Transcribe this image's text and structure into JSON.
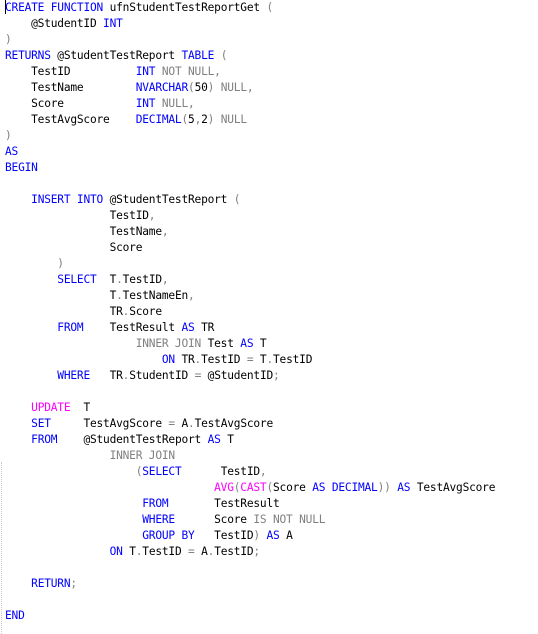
{
  "colors": {
    "keyword": "#0000ff",
    "function": "#ff00ff",
    "operator": "#808080",
    "text": "#000000",
    "background": "#ffffff"
  },
  "code_lines": [
    [
      [
        "kw",
        "CREATE"
      ],
      [
        "tx",
        " "
      ],
      [
        "kw",
        "FUNCTION"
      ],
      [
        "tx",
        " ufnStudentTestReportGet "
      ],
      [
        "gr",
        "("
      ]
    ],
    [
      [
        "tx",
        "    @StudentID "
      ],
      [
        "kw",
        "INT"
      ]
    ],
    [
      [
        "gr",
        ")"
      ]
    ],
    [
      [
        "kw",
        "RETURNS"
      ],
      [
        "tx",
        " @StudentTestReport "
      ],
      [
        "kw",
        "TABLE"
      ],
      [
        "tx",
        " "
      ],
      [
        "gr",
        "("
      ]
    ],
    [
      [
        "tx",
        "    TestID          "
      ],
      [
        "kw",
        "INT"
      ],
      [
        "tx",
        " "
      ],
      [
        "gr",
        "NOT NULL,"
      ]
    ],
    [
      [
        "tx",
        "    TestName        "
      ],
      [
        "kw",
        "NVARCHAR"
      ],
      [
        "gr",
        "("
      ],
      [
        "tx",
        "50"
      ],
      [
        "gr",
        ")"
      ],
      [
        "tx",
        " "
      ],
      [
        "gr",
        "NULL,"
      ]
    ],
    [
      [
        "tx",
        "    Score           "
      ],
      [
        "kw",
        "INT"
      ],
      [
        "tx",
        " "
      ],
      [
        "gr",
        "NULL,"
      ]
    ],
    [
      [
        "tx",
        "    TestAvgScore    "
      ],
      [
        "kw",
        "DECIMAL"
      ],
      [
        "gr",
        "("
      ],
      [
        "tx",
        "5"
      ],
      [
        "gr",
        ","
      ],
      [
        "tx",
        "2"
      ],
      [
        "gr",
        ")"
      ],
      [
        "tx",
        " "
      ],
      [
        "gr",
        "NULL"
      ]
    ],
    [
      [
        "gr",
        ")"
      ]
    ],
    [
      [
        "kw",
        "AS"
      ]
    ],
    [
      [
        "kw",
        "BEGIN"
      ]
    ],
    [],
    [
      [
        "tx",
        "    "
      ],
      [
        "kw",
        "INSERT INTO"
      ],
      [
        "tx",
        " @StudentTestReport "
      ],
      [
        "gr",
        "("
      ]
    ],
    [
      [
        "tx",
        "                TestID"
      ],
      [
        "gr",
        ","
      ]
    ],
    [
      [
        "tx",
        "                TestName"
      ],
      [
        "gr",
        ","
      ]
    ],
    [
      [
        "tx",
        "                Score"
      ]
    ],
    [
      [
        "tx",
        "        "
      ],
      [
        "gr",
        ")"
      ]
    ],
    [
      [
        "tx",
        "        "
      ],
      [
        "kw",
        "SELECT"
      ],
      [
        "tx",
        "  T"
      ],
      [
        "gr",
        "."
      ],
      [
        "tx",
        "TestID"
      ],
      [
        "gr",
        ","
      ]
    ],
    [
      [
        "tx",
        "                T"
      ],
      [
        "gr",
        "."
      ],
      [
        "tx",
        "TestNameEn"
      ],
      [
        "gr",
        ","
      ]
    ],
    [
      [
        "tx",
        "                TR"
      ],
      [
        "gr",
        "."
      ],
      [
        "tx",
        "Score"
      ]
    ],
    [
      [
        "tx",
        "        "
      ],
      [
        "kw",
        "FROM"
      ],
      [
        "tx",
        "    TestResult "
      ],
      [
        "kw",
        "AS"
      ],
      [
        "tx",
        " TR"
      ]
    ],
    [
      [
        "tx",
        "                    "
      ],
      [
        "gr",
        "INNER JOIN"
      ],
      [
        "tx",
        " Test "
      ],
      [
        "kw",
        "AS"
      ],
      [
        "tx",
        " T"
      ]
    ],
    [
      [
        "tx",
        "                        "
      ],
      [
        "kw",
        "ON"
      ],
      [
        "tx",
        " TR"
      ],
      [
        "gr",
        "."
      ],
      [
        "tx",
        "TestID "
      ],
      [
        "gr",
        "="
      ],
      [
        "tx",
        " T"
      ],
      [
        "gr",
        "."
      ],
      [
        "tx",
        "TestID"
      ]
    ],
    [
      [
        "tx",
        "        "
      ],
      [
        "kw",
        "WHERE"
      ],
      [
        "tx",
        "   TR"
      ],
      [
        "gr",
        "."
      ],
      [
        "tx",
        "StudentID "
      ],
      [
        "gr",
        "="
      ],
      [
        "tx",
        " @StudentID"
      ],
      [
        "gr",
        ";"
      ]
    ],
    [],
    [
      [
        "tx",
        "    "
      ],
      [
        "fn",
        "UPDATE"
      ],
      [
        "tx",
        "  T"
      ]
    ],
    [
      [
        "tx",
        "    "
      ],
      [
        "kw",
        "SET"
      ],
      [
        "tx",
        "     TestAvgScore "
      ],
      [
        "gr",
        "="
      ],
      [
        "tx",
        " A"
      ],
      [
        "gr",
        "."
      ],
      [
        "tx",
        "TestAvgScore"
      ]
    ],
    [
      [
        "tx",
        "    "
      ],
      [
        "kw",
        "FROM"
      ],
      [
        "tx",
        "    @StudentTestReport "
      ],
      [
        "kw",
        "AS"
      ],
      [
        "tx",
        " T"
      ]
    ],
    [
      [
        "tx",
        "                "
      ],
      [
        "gr",
        "INNER JOIN"
      ]
    ],
    [
      [
        "tx",
        "                    "
      ],
      [
        "gr",
        "("
      ],
      [
        "kw",
        "SELECT"
      ],
      [
        "tx",
        "      TestID"
      ],
      [
        "gr",
        ","
      ]
    ],
    [
      [
        "tx",
        "                                "
      ],
      [
        "fn",
        "AVG"
      ],
      [
        "gr",
        "("
      ],
      [
        "fn",
        "CAST"
      ],
      [
        "gr",
        "("
      ],
      [
        "tx",
        "Score "
      ],
      [
        "kw",
        "AS"
      ],
      [
        "tx",
        " "
      ],
      [
        "kw",
        "DECIMAL"
      ],
      [
        "gr",
        "))"
      ],
      [
        "tx",
        " "
      ],
      [
        "kw",
        "AS"
      ],
      [
        "tx",
        " TestAvgScore"
      ]
    ],
    [
      [
        "tx",
        "                     "
      ],
      [
        "kw",
        "FROM"
      ],
      [
        "tx",
        "       TestResult"
      ]
    ],
    [
      [
        "tx",
        "                     "
      ],
      [
        "kw",
        "WHERE"
      ],
      [
        "tx",
        "      Score "
      ],
      [
        "gr",
        "IS NOT NULL"
      ]
    ],
    [
      [
        "tx",
        "                     "
      ],
      [
        "kw",
        "GROUP BY"
      ],
      [
        "tx",
        "   TestID"
      ],
      [
        "gr",
        ")"
      ],
      [
        "tx",
        " "
      ],
      [
        "kw",
        "AS"
      ],
      [
        "tx",
        " A"
      ]
    ],
    [
      [
        "tx",
        "                "
      ],
      [
        "kw",
        "ON"
      ],
      [
        "tx",
        " T"
      ],
      [
        "gr",
        "."
      ],
      [
        "tx",
        "TestID "
      ],
      [
        "gr",
        "="
      ],
      [
        "tx",
        " A"
      ],
      [
        "gr",
        "."
      ],
      [
        "tx",
        "TestID"
      ],
      [
        "gr",
        ";"
      ]
    ],
    [],
    [
      [
        "tx",
        "    "
      ],
      [
        "kw",
        "RETURN"
      ],
      [
        "gr",
        ";"
      ]
    ],
    [],
    [
      [
        "kw",
        "END"
      ]
    ]
  ]
}
